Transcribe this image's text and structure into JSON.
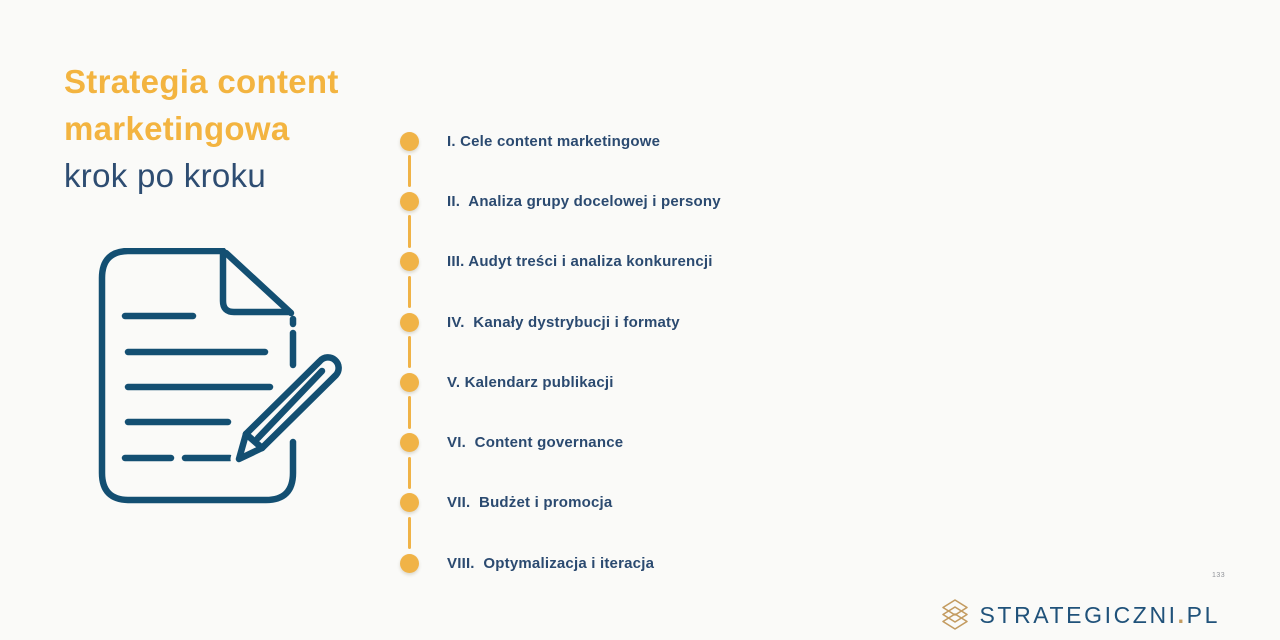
{
  "slide": {
    "title_line1": "Strategia content",
    "title_line2": "marketingowa",
    "subtitle": "krok po kroku",
    "page_number": "133"
  },
  "timeline": {
    "items": [
      {
        "label": "I. Cele content marketingowe"
      },
      {
        "label": "II.  Analiza grupy docelowej i persony"
      },
      {
        "label": "III. Audyt treści i analiza konkurencji"
      },
      {
        "label": "IV.  Kanały dystrybucji i formaty"
      },
      {
        "label": "V. Kalendarz publikacji"
      },
      {
        "label": "VI.  Content governance"
      },
      {
        "label": "VII.  Budżet i promocja"
      },
      {
        "label": "VIII.  Optymalizacja i iteracja"
      }
    ]
  },
  "logo": {
    "brand": "STRATEGICZNI",
    "separator": ".",
    "tld": "PL"
  },
  "icons": {
    "document": "document-with-pencil",
    "logo_mark": "layered-stack",
    "timeline_dot": "gold-circle"
  },
  "colors": {
    "background": "#FAFAF8",
    "accent_gold": "#F0B347",
    "title_gold": "#F3B440",
    "navy_text": "#2B4A70",
    "icon_navy": "#134F72",
    "logo_blue": "#20527A",
    "logo_gold": "#C39B60",
    "page_number_gray": "#8F9298"
  }
}
